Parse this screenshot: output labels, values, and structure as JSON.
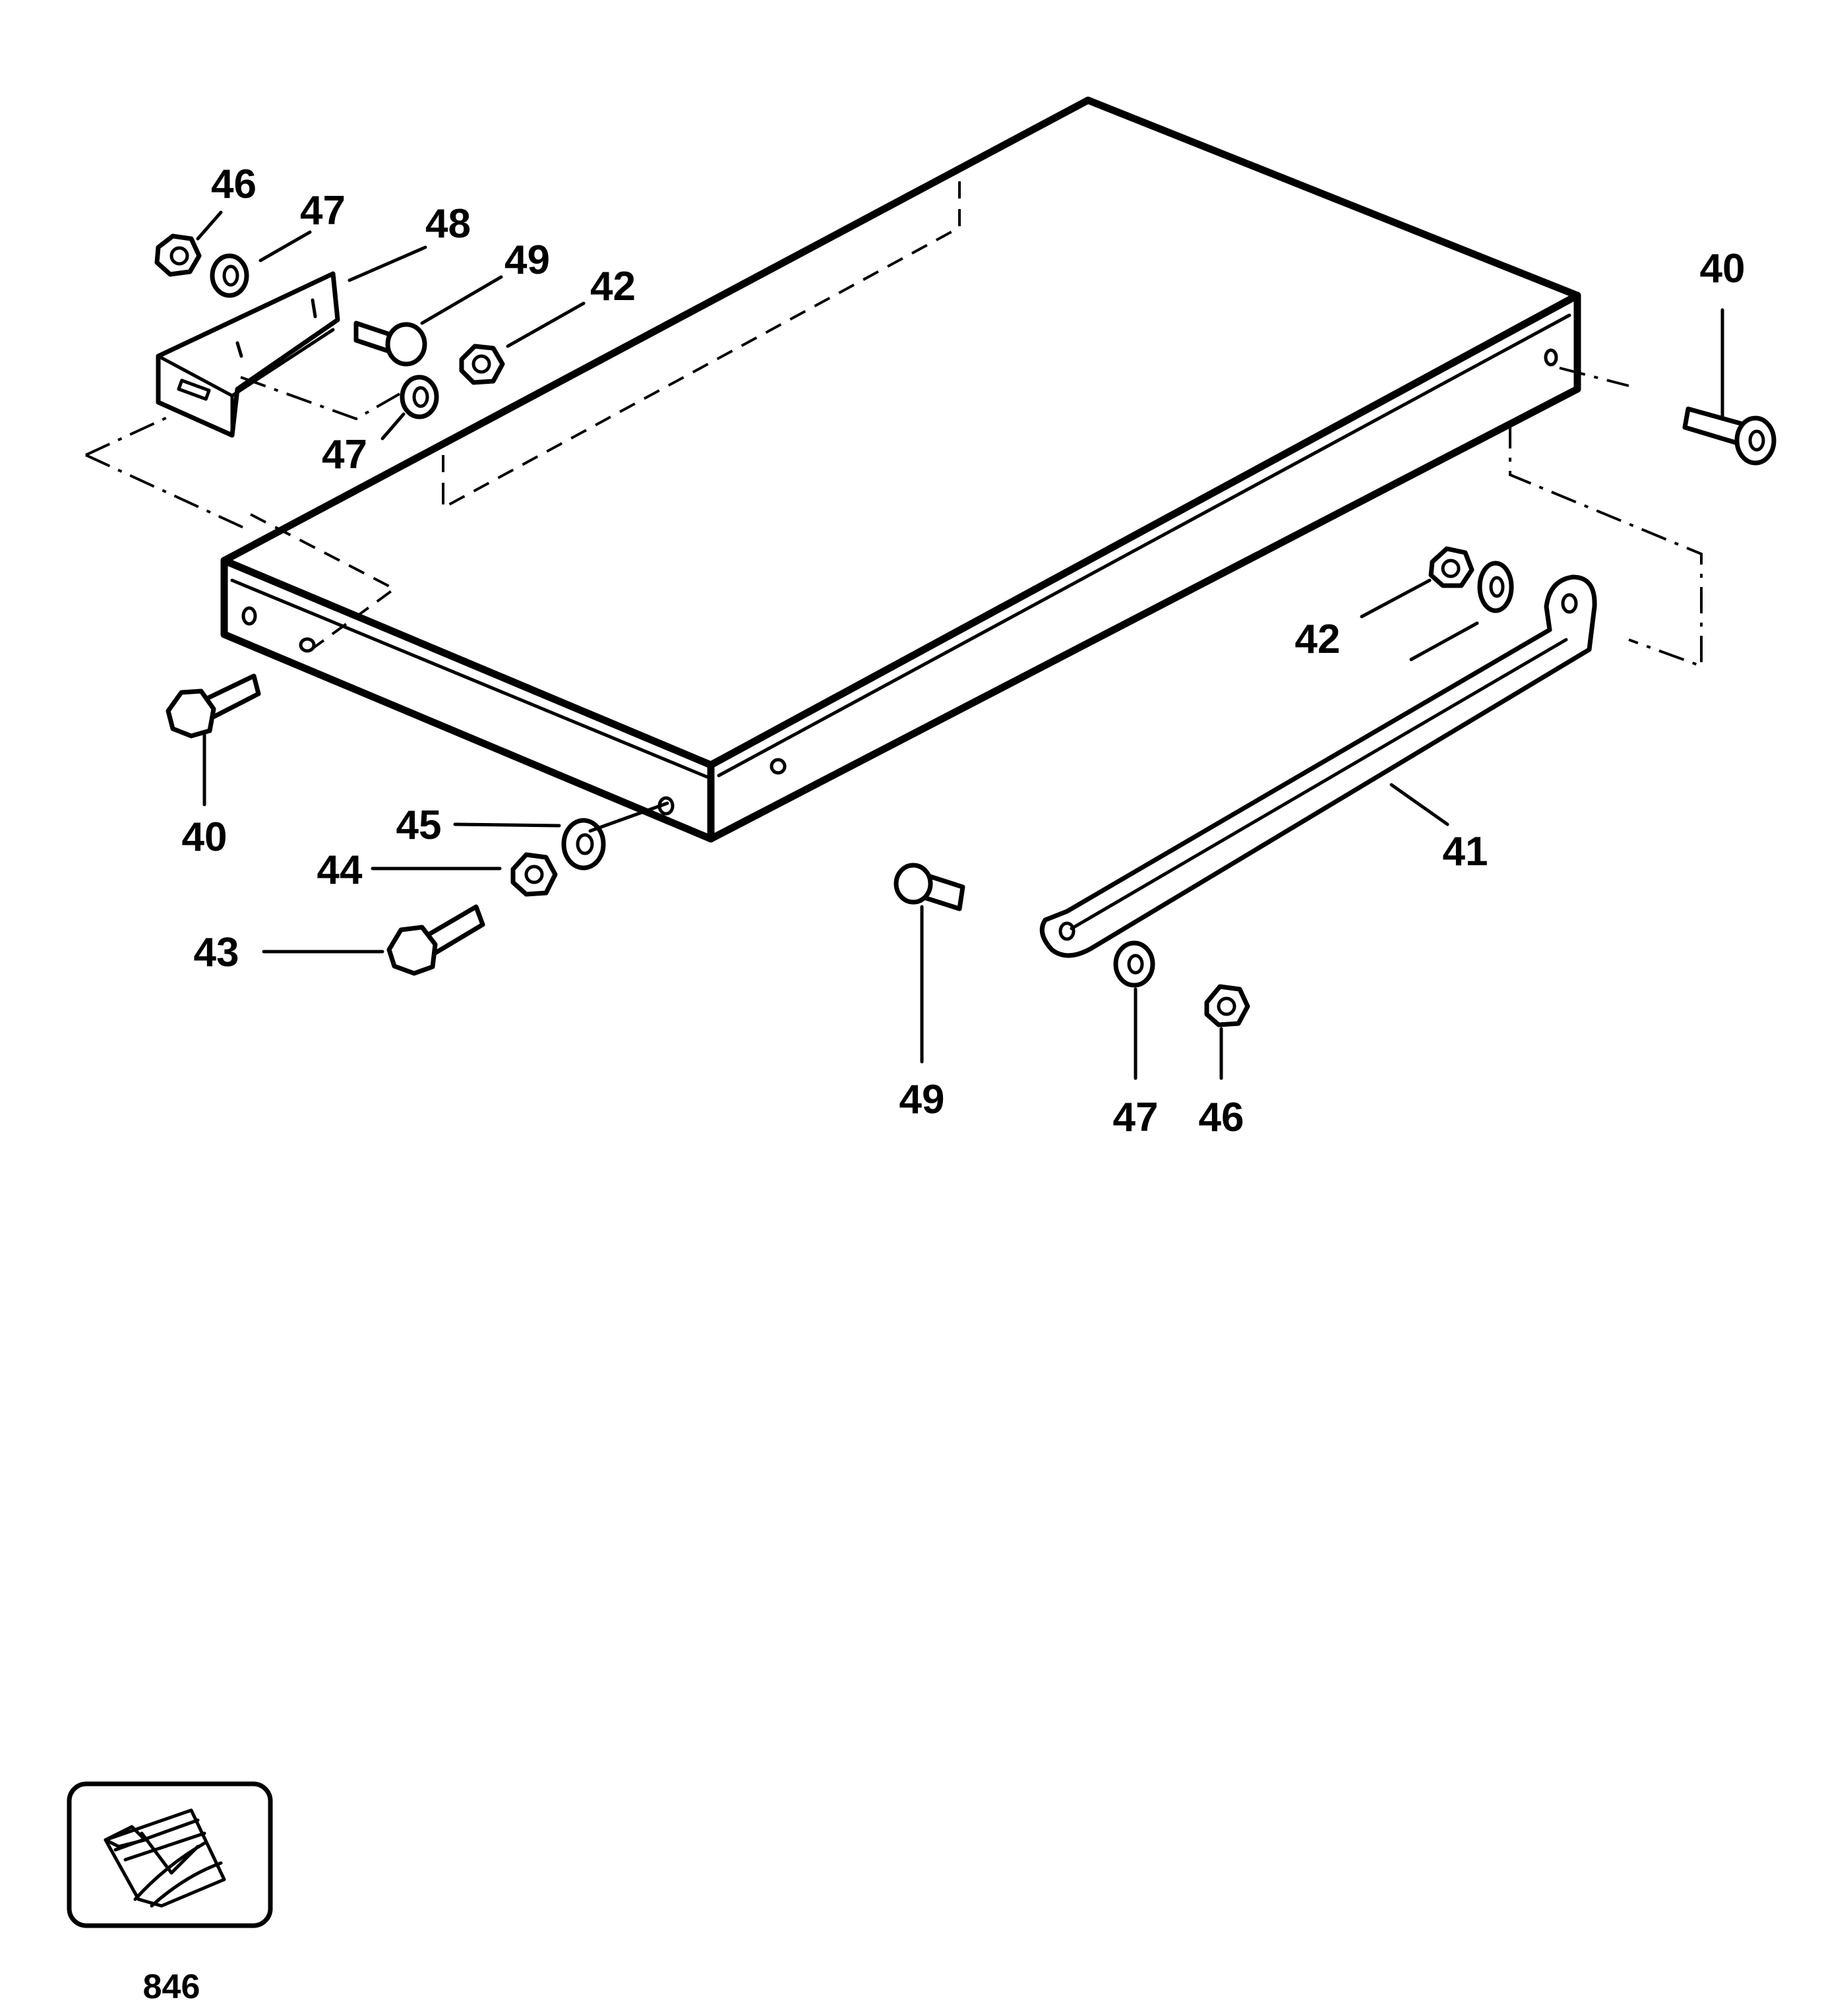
{
  "diagram": {
    "callouts": [
      {
        "id": "c-46-a",
        "text": "46"
      },
      {
        "id": "c-47-a",
        "text": "47"
      },
      {
        "id": "c-48",
        "text": "48"
      },
      {
        "id": "c-49-a",
        "text": "49"
      },
      {
        "id": "c-42-a",
        "text": "42"
      },
      {
        "id": "c-47-b",
        "text": "47"
      },
      {
        "id": "c-40-a",
        "text": "40"
      },
      {
        "id": "c-42-b",
        "text": "42"
      },
      {
        "id": "c-40-b",
        "text": "40"
      },
      {
        "id": "c-45",
        "text": "45"
      },
      {
        "id": "c-44",
        "text": "44"
      },
      {
        "id": "c-43",
        "text": "43"
      },
      {
        "id": "c-41",
        "text": "41"
      },
      {
        "id": "c-49-b",
        "text": "49"
      },
      {
        "id": "c-47-c",
        "text": "47"
      },
      {
        "id": "c-46-b",
        "text": "46"
      }
    ],
    "kit": {
      "text": "846"
    }
  }
}
